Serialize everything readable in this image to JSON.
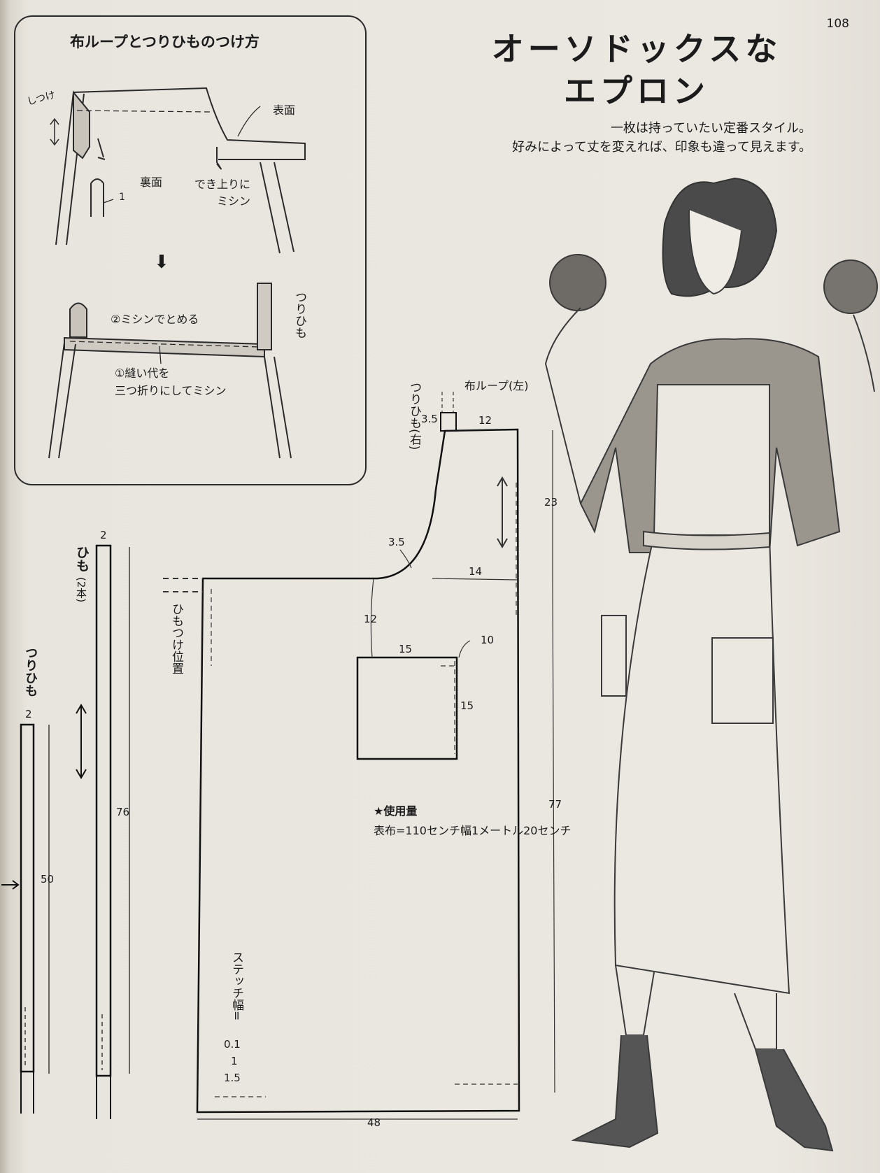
{
  "page_number": "108",
  "title_line1": "オーソドックスな",
  "title_line2": "エプロン",
  "subtitle_line1": "一枚は持っていたい定番スタイル。",
  "subtitle_line2": "好みによって丈を変えれば、印象も違って見えます。",
  "inset": {
    "title": "布ループとつりひものつけ方",
    "basting": "しつけ",
    "right_side": "表面",
    "wrong_side": "裏面",
    "stitch_finish_1": "でき上りに",
    "stitch_finish_2": "ミシン",
    "dim_1": "1",
    "arrow": "⬇",
    "step2": "②ミシンでとめる",
    "strap": "つりひも",
    "step1_line1": "①縫い代を",
    "step1_line2": "三つ折りにしてミシン"
  },
  "pattern": {
    "loop_left": "布ループ(左)",
    "strap_right": "つりひも(右)",
    "d_3_5_top": "3.5",
    "d_12_top": "12",
    "d_23": "23",
    "d_3_5_curve": "3.5",
    "d_14": "14",
    "d_12_side": "12",
    "d_10": "10",
    "d_15_w": "15",
    "d_15_h": "15",
    "d_77": "77",
    "d_48": "48",
    "tie_position": "ひもつけ位置",
    "tie_label": "ひも",
    "tie_count": "(2本)",
    "tie_width": "2",
    "tie_length": "76",
    "strap_label": "つりひも",
    "strap_width": "2",
    "strap_length": "50",
    "stitch_label": "ステッチ幅=",
    "stitch_1": "0.1",
    "stitch_2": "1",
    "stitch_3": "1.5",
    "amount_label": "★使用量",
    "amount_value": "表布=110センチ幅1メートル20センチ"
  }
}
